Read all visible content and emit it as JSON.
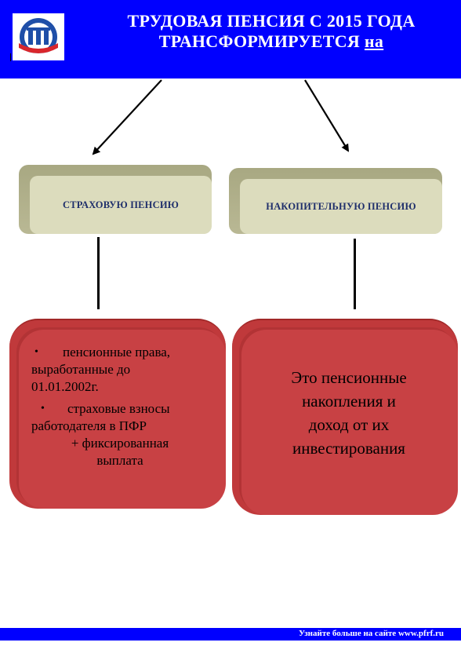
{
  "header": {
    "title_line1": "ТРУДОВАЯ ПЕНСИЯ С 2015 ГОДА",
    "title_line2": "ТРАНСФОРМИРУЕТСЯ ",
    "title_suffix": "на",
    "logo_icon": "pfr-logo-icon"
  },
  "boxes": {
    "left_label": "СТРАХОВУЮ ПЕНСИЮ",
    "right_label": "НАКОПИТЕЛЬНУЮ ПЕНСИЮ"
  },
  "left_card": {
    "bullet_symbol": "•",
    "item1_l1": "пенсионные права,",
    "item1_l2": "выработанные до",
    "item1_l3": "01.01.2002г.",
    "item2_l1": "страховые взносы",
    "item2_l2": "работодателя в ПФР",
    "item2_l3": "+ фиксированная",
    "item2_l4": "выплата"
  },
  "right_card": {
    "l1": "Это пенсионные",
    "l2": "накопления и",
    "l3": "доход от их",
    "l4": "инвестирования"
  },
  "footer": {
    "text": "Узнайте больше на сайте www.pfrf.ru"
  },
  "colors": {
    "header_bg": "#0000ff",
    "box_face": "#dcdcbd",
    "card_red": "#c84144"
  }
}
